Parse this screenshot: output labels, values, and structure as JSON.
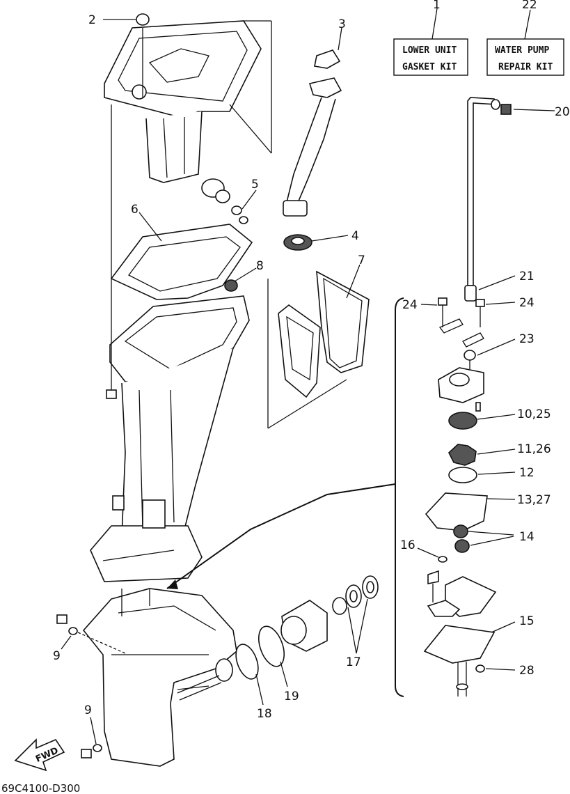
{
  "kits": {
    "lower_unit": {
      "number": "1",
      "line1": "LOWER UNIT",
      "line2": "GASKET KIT"
    },
    "water_pump": {
      "number": "22",
      "line1": "WATER PUMP",
      "line2": "REPAIR KIT"
    }
  },
  "callouts": {
    "c2": "2",
    "c3": "3",
    "c4": "4",
    "c5": "5",
    "c6": "6",
    "c7": "7",
    "c8": "8",
    "c9a": "9",
    "c9b": "9",
    "c20": "20",
    "c21": "21",
    "c24a": "24",
    "c24b": "24",
    "c23": "23",
    "c10_25": "10,25",
    "c11_26": "11,26",
    "c12": "12",
    "c13_27": "13,27",
    "c14": "14",
    "c16": "16",
    "c15": "15",
    "c28": "28",
    "c17": "17",
    "c18": "18",
    "c19": "19"
  },
  "fwd_label": "FWD",
  "diagram_code": "69C4100-D300"
}
